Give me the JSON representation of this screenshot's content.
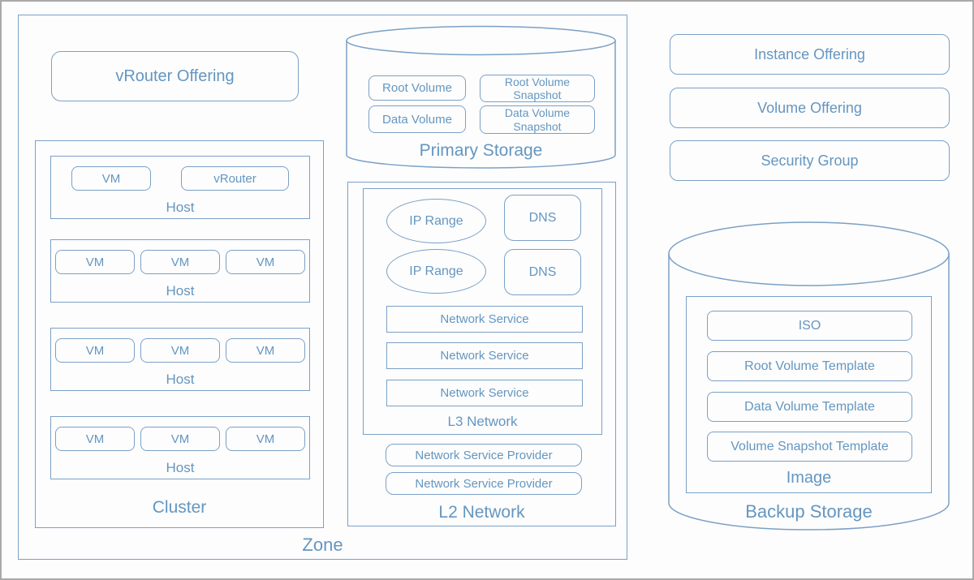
{
  "colors": {
    "border": "#7ba0c6",
    "text": "#6496c0",
    "frame": "#a9a9a9"
  },
  "zone": {
    "label": "Zone"
  },
  "vrouter_offering": {
    "label": "vRouter Offering"
  },
  "cluster": {
    "label": "Cluster",
    "hosts": [
      {
        "label": "Host",
        "vms": [
          "VM",
          "vRouter"
        ]
      },
      {
        "label": "Host",
        "vms": [
          "VM",
          "VM",
          "VM"
        ]
      },
      {
        "label": "Host",
        "vms": [
          "VM",
          "VM",
          "VM"
        ]
      },
      {
        "label": "Host",
        "vms": [
          "VM",
          "VM",
          "VM"
        ]
      }
    ]
  },
  "primary_storage": {
    "label": "Primary Storage",
    "items": [
      "Root Volume",
      "Root Volume Snapshot",
      "Data Volume",
      "Data Volume Snapshot"
    ]
  },
  "l2_network": {
    "label": "L2 Network",
    "l3_network": {
      "label": "L3 Network",
      "ip_ranges": [
        "IP Range",
        "IP Range"
      ],
      "dns": [
        "DNS",
        "DNS"
      ],
      "services": [
        "Network Service",
        "Network Service",
        "Network Service"
      ]
    },
    "providers": [
      "Network Service Provider",
      "Network Service Provider"
    ]
  },
  "offerings": [
    "Instance Offering",
    "Volume Offering",
    "Security Group"
  ],
  "backup_storage": {
    "label": "Backup Storage",
    "image": {
      "label": "Image",
      "items": [
        "ISO",
        "Root Volume Template",
        "Data Volume Template",
        "Volume Snapshot Template"
      ]
    }
  }
}
